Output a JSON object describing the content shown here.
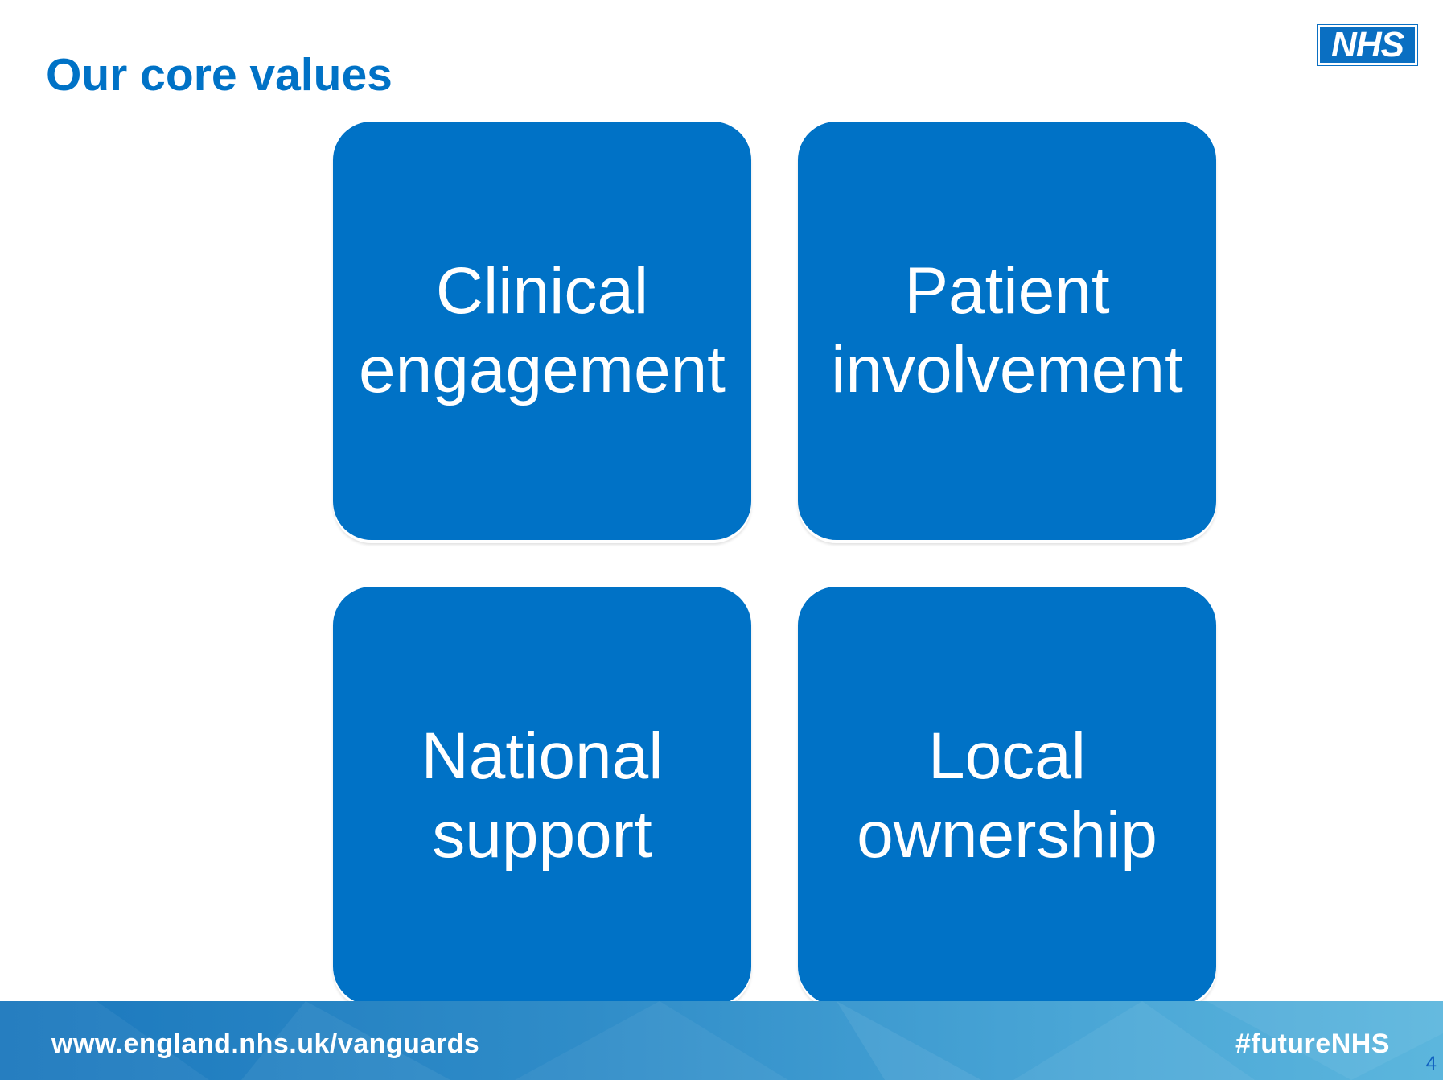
{
  "slide": {
    "title": "Our core values",
    "logo_text": "NHS",
    "tiles": [
      {
        "label": "Clinical\nengagement"
      },
      {
        "label": "Patient\ninvolvement"
      },
      {
        "label": "National\nsupport"
      },
      {
        "label": "Local\nownership"
      }
    ],
    "footer": {
      "url": "www.england.nhs.uk/vanguards",
      "hashtag": "#futureNHS"
    },
    "page_number": "4"
  },
  "colors": {
    "brand_blue": "#0072C6",
    "text_white": "#ffffff"
  }
}
